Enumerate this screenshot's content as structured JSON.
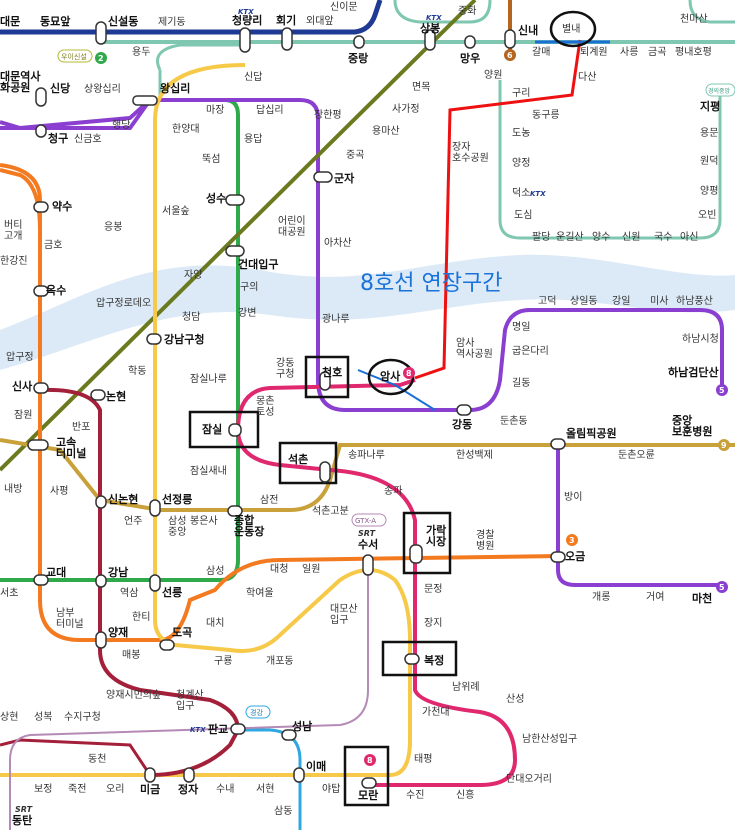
{
  "title": "8호선 연장구간",
  "colors": {
    "line1": "#1f3a93",
    "line2": "#2eaa4a",
    "line3": "#f47a20",
    "line4": "#2fa7e0",
    "line5": "#8b3fd1",
    "line6": "#b5651d",
    "line7": "#6b7a1e",
    "line8": "#e0286e",
    "line9": "#c9a13b",
    "gyeongui": "#7fc7b0",
    "bundang": "#f7c948",
    "river": "#dceaf7",
    "extension": "#e11",
    "annotation": "#1a6fd6",
    "sinbundang": "#a31f3a"
  },
  "badges": {
    "line2": "2",
    "line6": "6",
    "line8": "8",
    "line9": "9",
    "line3": "3",
    "line5": "5",
    "gtxa": "GTX-A",
    "ui": "우이신설",
    "gyeongui": "경의중앙",
    "gyeonggang": "경강",
    "srt": "SRT",
    "ktx": "KTX"
  },
  "stations": {
    "dongmyo": "동묘앞",
    "sinseol": "신설동",
    "jegi": "제기동",
    "cheongnyangni": "청량리",
    "hoegi": "회기",
    "oedae": "외대앞",
    "sinimun": "신이문",
    "sangbong": "상봉",
    "junghwa": "중화",
    "sinnae": "신내",
    "byeollae": "별내",
    "galmae": "갈매",
    "toegyewon": "퇴계원",
    "sareung": "사릉",
    "geumgok": "금곡",
    "pyeongnae": "평내호평",
    "cheonmasan": "천마산",
    "yongdu": "용두",
    "jungnang": "중랑",
    "mangu": "망우",
    "daseon": "다산",
    "guri": "구리",
    "donggureung": "동구릉",
    "dongdaemun": "대문",
    "dongdaemun_history": "대문역사\n화공원",
    "sindang": "신당",
    "sangwangsimni": "상왕십리",
    "wangsimni": "왕십리",
    "sindap": "신답",
    "majang": "마장",
    "dapsimni": "답십리",
    "janghanpyeong": "장한평",
    "sagajeong": "사가정",
    "myeonmok": "면목",
    "yangwon": "양원",
    "cheonggu": "청구",
    "sinkumho": "신금호",
    "haengdang": "행당",
    "hanyang": "한양대",
    "ttukseom": "뚝섬",
    "yongdap": "용답",
    "yongmasan": "용마산",
    "junggok": "중곡",
    "gunja": "군자",
    "janghan": "장자\n호수공원",
    "yaksu": "약수",
    "beotigogae": "버티\n고개",
    "geumho": "금호",
    "hangangjin": "한강진",
    "oksu": "옥수",
    "seongsu": "성수",
    "seoulsup": "서울숲",
    "eungbong": "응봉",
    "children": "어린이\n대공원",
    "achasan": "아차산",
    "geondae": "건대입구",
    "jayang": "자양",
    "guui": "구의",
    "cheongdam": "청담",
    "gangbyeon": "강변",
    "gwangnaru": "광나루",
    "apgujeong_rodeo": "압구정로데오",
    "gangnamgu": "강남구청",
    "apgujeong": "압구정",
    "sinsa": "신사",
    "nonhyeon": "논현",
    "hakdong": "학동",
    "jamsillaru": "잠실나루",
    "gangdong_gu": "강동\n구청",
    "cheonho": "천호",
    "amsa": "암사",
    "amsa_history": "암사\n역사공원",
    "gildong": "길동",
    "godeok": "고덕",
    "sangil": "상일동",
    "gangil": "강일",
    "misa": "미사",
    "hanam_pungsan": "하남풍산",
    "myeongil": "명일",
    "gubundari": "굽은다리",
    "hanam_sicheong": "하남시청",
    "hanam_geomdan": "하남검단산",
    "jamwon": "잠원",
    "banpo": "반포",
    "express_bus": "고속\n터미널",
    "jamsil": "잠실",
    "mongchon": "몽촌\n토성",
    "gangdong": "강동",
    "dunchon": "둔촌동",
    "olympic": "올림픽공원",
    "central_hospital": "중앙\n보훈병원",
    "dunchon_oryun": "둔촌오륜",
    "naebang": "내방",
    "sapyeong": "사평",
    "sinnonhyeon": "신논현",
    "eonju": "언주",
    "seonjeongneung": "선정릉",
    "samseong_jungang": "삼성\n중앙",
    "bongeunsa": "봉은사",
    "samjeon": "삼전",
    "seokchon": "석촌",
    "songpanaru": "송파나루",
    "hanseong": "한성백제",
    "seokchon_gobun": "석촌고분",
    "songpa": "송파",
    "bangi": "방이",
    "jamsilsaenae": "잠실새내",
    "gyodae": "교대",
    "gangnam": "강남",
    "yeoksam": "역삼",
    "seolleung": "선릉",
    "sports_complex": "종합\n운동장",
    "samseong": "삼성",
    "daecheong": "대청",
    "irwon": "일원",
    "suseo": "수서",
    "garak": "가락\n시장",
    "police_hospital": "경찰\n병원",
    "ogeum": "오금",
    "gaerong": "개롱",
    "geoyeo": "거여",
    "macheon": "마천",
    "seocho": "서초",
    "nambu": "남부\n터미널",
    "hanti": "한티",
    "yangjae": "양재",
    "dogok": "도곡",
    "hagyeoul": "학여울",
    "daechi": "대치",
    "daemosan": "대모산\n입구",
    "munjeong": "문정",
    "jangji": "장지",
    "bokjeong": "복정",
    "maebong": "매봉",
    "gureong": "구룡",
    "gaepo": "개포동",
    "yangjae_citizen": "양재시민의숲",
    "cheonggyesan": "청계산\n입구",
    "namwirye": "남위례",
    "sanseong": "산성",
    "gachen": "가천대",
    "namhansanseong": "남한산성입구",
    "sanghyeon": "상현",
    "seongbok": "성복",
    "suji": "수지구청",
    "pangyo": "판교",
    "seongnam": "성남",
    "dongcheon": "동천",
    "taepyeong": "태평",
    "dandae": "단대오거리",
    "bojeong": "보정",
    "jukjeon": "죽전",
    "ori": "오리",
    "migeum": "미금",
    "jeongja": "정자",
    "sunae": "수내",
    "seohyeon": "서현",
    "imae": "이매",
    "yatap": "야탑",
    "moran": "모란",
    "sujin": "수진",
    "sinheung": "신흥",
    "samdong": "삼동",
    "dongtan": "동탄",
    "jipyeong": "지평",
    "yongmun": "용문",
    "wondeok": "원덕",
    "yangpyeong": "양평",
    "obin": "오빈",
    "ahsin": "아신",
    "guksu": "국수",
    "sinwon": "신원",
    "yangsu": "양수",
    "ungil": "운길산",
    "paldang": "팔당",
    "doshim": "도심",
    "deokso": "덕소",
    "yangjeong": "양정",
    "dongno": "도농"
  }
}
